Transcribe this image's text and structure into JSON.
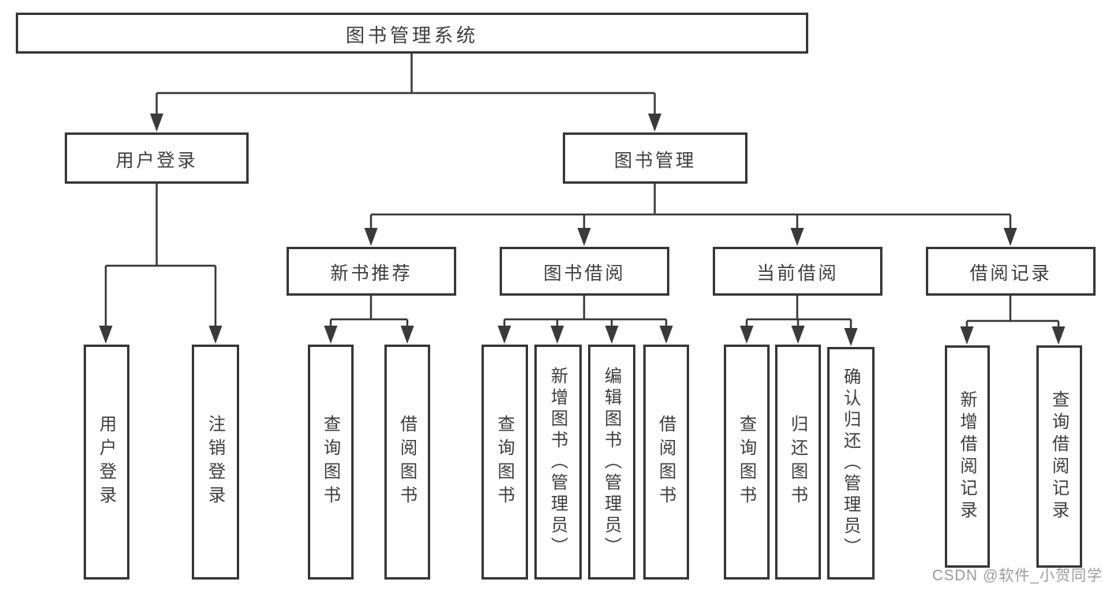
{
  "nodes": {
    "root": "图书管理系统",
    "user_login": "用户登录",
    "book_management": "图书管理",
    "new_book_recommend": "新书推荐",
    "book_borrow": "图书借阅",
    "current_borrow": "当前借阅",
    "borrow_record": "借阅记录"
  },
  "leaves": {
    "login": "用户登录",
    "logout": "注销登录",
    "recommend_query_books": "查询图书",
    "recommend_borrow_books": "借阅图书",
    "borrow_query_books": "查询图书",
    "borrow_add_books": "新增图书（管理员）",
    "borrow_edit_books": "编辑图书（管理员）",
    "borrow_borrow_books": "借阅图书",
    "current_query_books": "查询图书",
    "current_return_books": "归还图书",
    "current_confirm_return": "确认归还（管理员）",
    "record_add": "新增借阅记录",
    "record_query": "查询借阅记录"
  },
  "watermark": "CSDN @软件_小贺同学",
  "colors": {
    "line": "#3a3a3a",
    "border": "#383838",
    "text": "#3d3d3d",
    "watermark": "#9b9b9b",
    "background": "#ffffff"
  }
}
